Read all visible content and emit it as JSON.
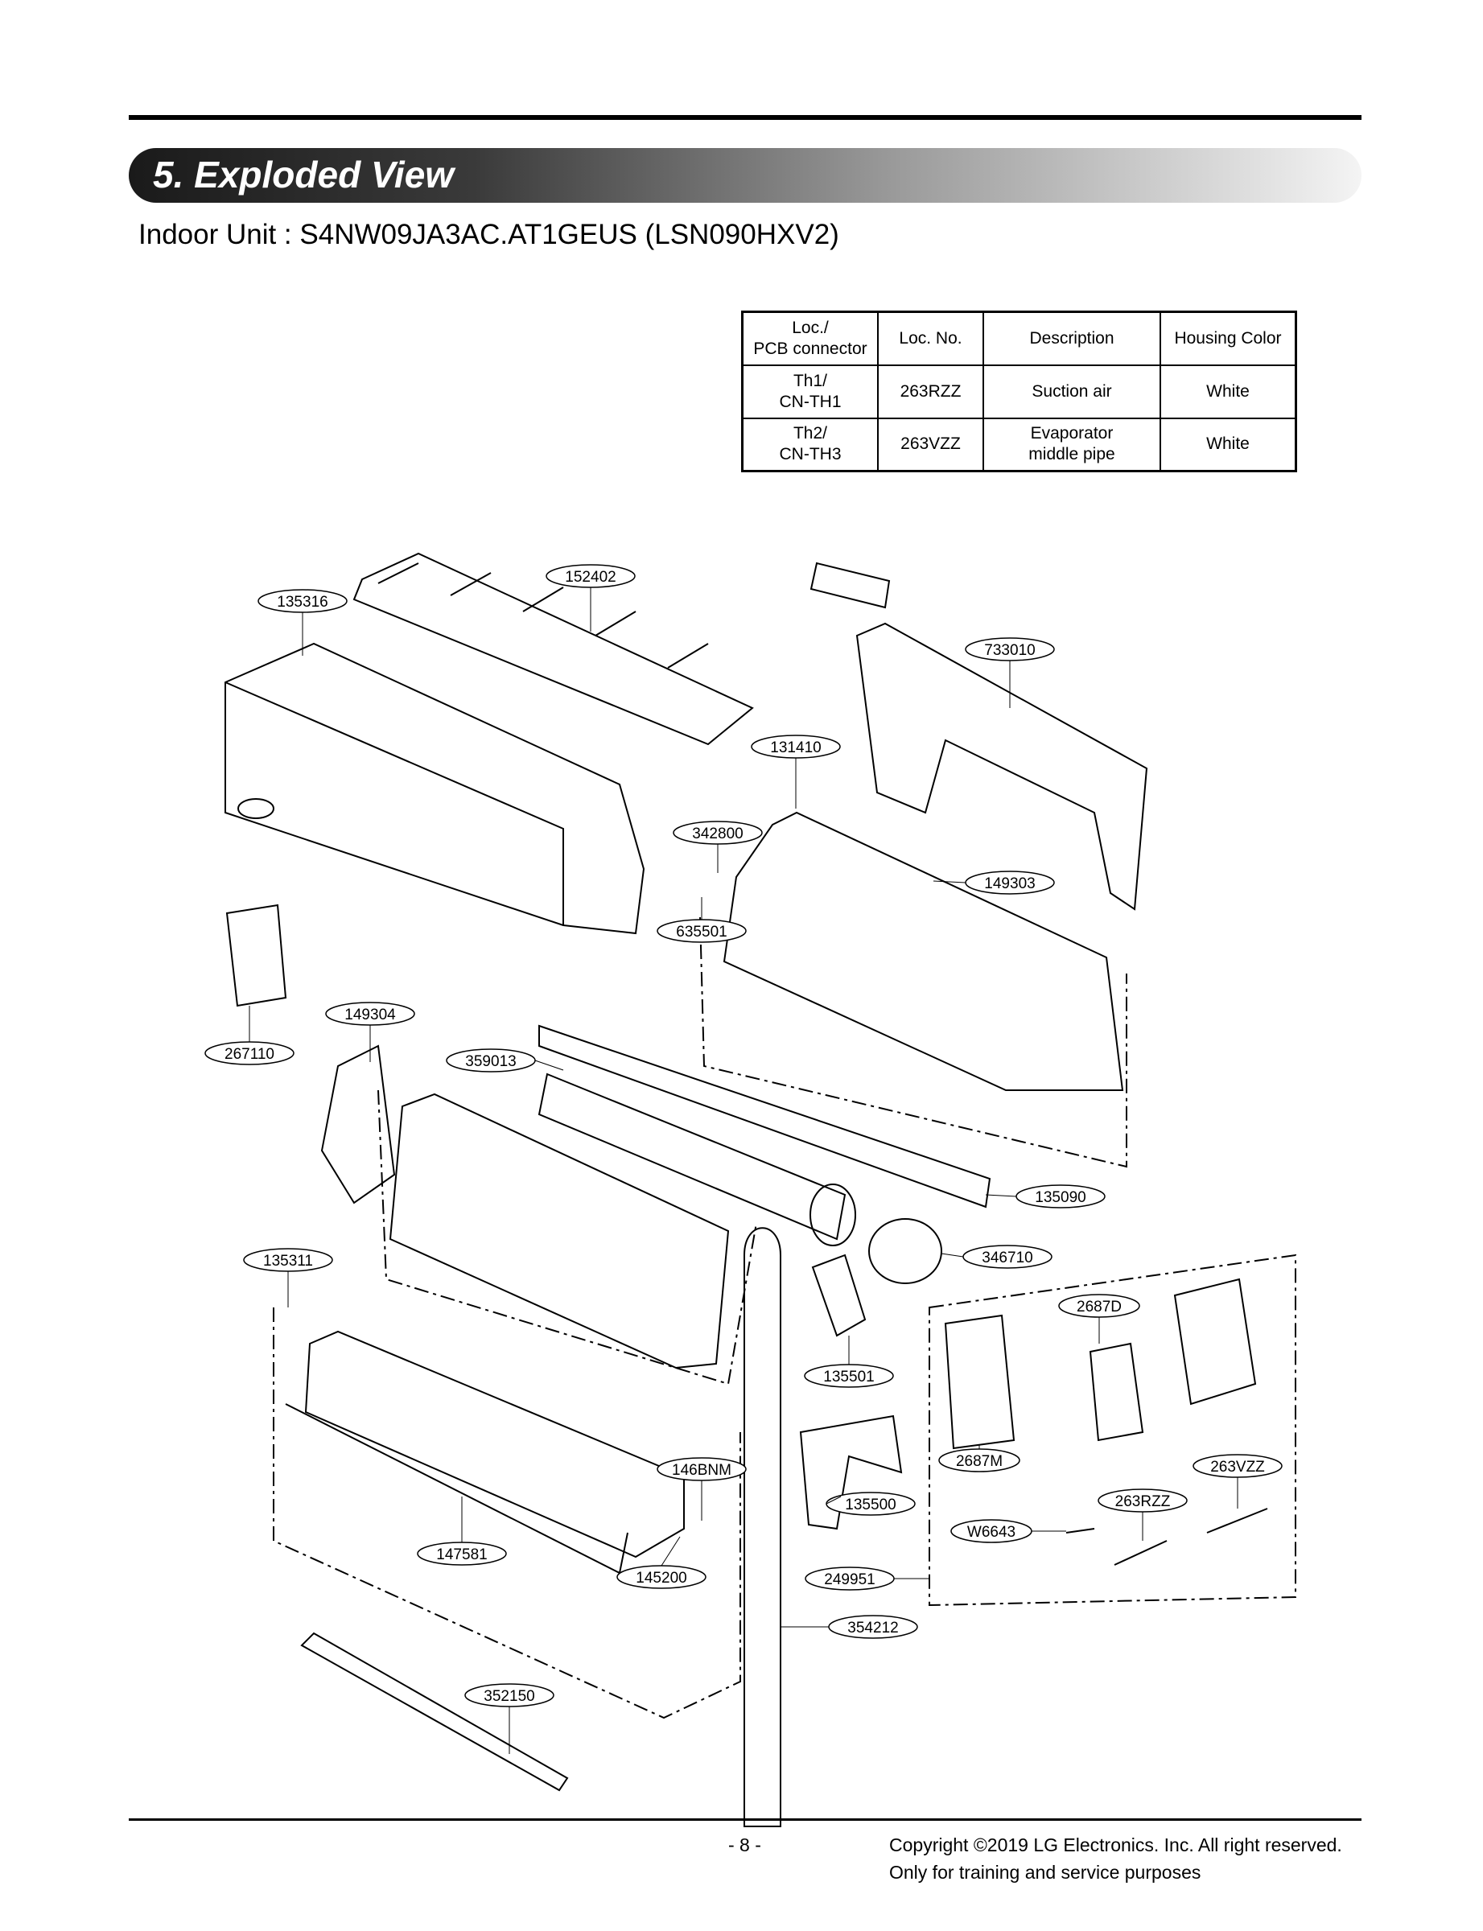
{
  "section_title": "5. Exploded View",
  "subtitle": "Indoor Unit : S4NW09JA3AC.AT1GEUS (LSN090HXV2)",
  "table": {
    "headers": [
      "Loc./ PCB connector",
      "Loc. No.",
      "Description",
      "Housing Color"
    ],
    "rows": [
      {
        "loc": "Th1/ CN-TH1",
        "loc_no": "263RZZ",
        "description": "Suction air",
        "color": "White"
      },
      {
        "loc": "Th2/ CN-TH3",
        "loc_no": "263VZZ",
        "description": "Evaporator middle pipe",
        "color": "White"
      }
    ]
  },
  "callouts": [
    "135316",
    "152402",
    "733010",
    "131410",
    "342800",
    "149303",
    "635501",
    "149304",
    "267110",
    "359013",
    "135090",
    "135311",
    "346710",
    "2687D",
    "135501",
    "2687M",
    "146BNM",
    "263VZZ",
    "135500",
    "263RZZ",
    "W6643",
    "147581",
    "145200",
    "249951",
    "354212",
    "352150"
  ],
  "footer": {
    "page": "- 8 -",
    "copyright": "Copyright ©2019 LG Electronics. Inc. All right reserved.",
    "notice": "Only for training and service purposes"
  }
}
